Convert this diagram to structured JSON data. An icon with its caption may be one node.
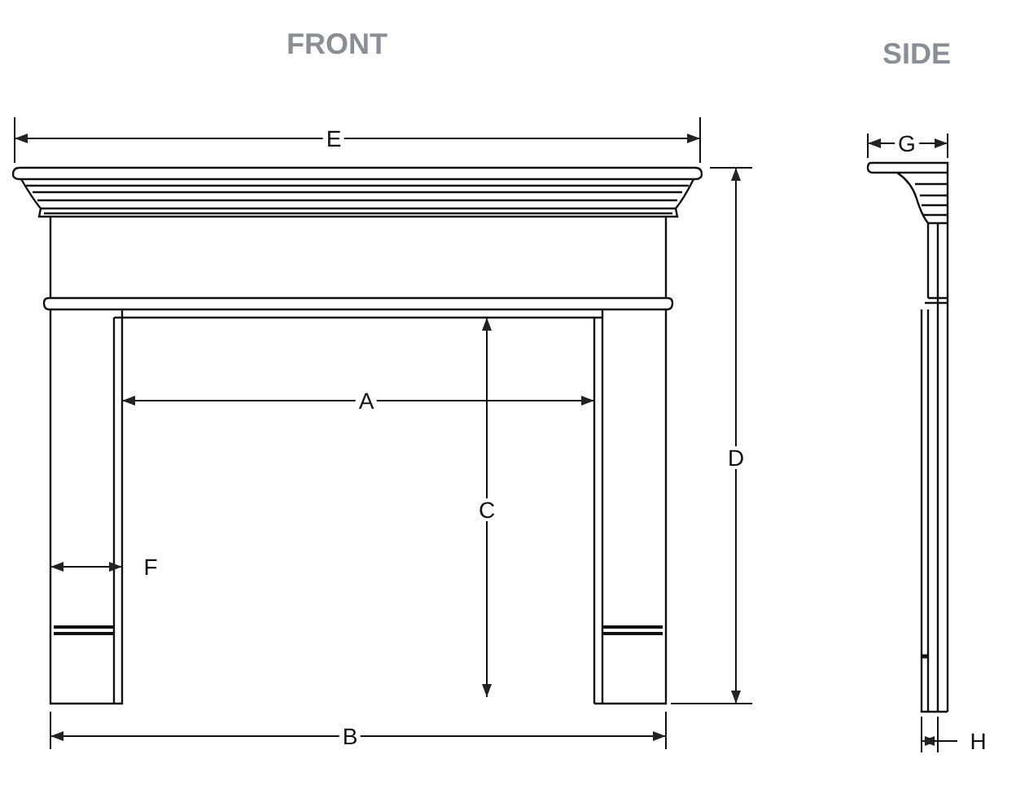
{
  "diagram": {
    "labels": [
      "FRONT",
      "SIDE",
      "E",
      "G",
      "D",
      "A",
      "C",
      "F",
      "B",
      "H"
    ]
  }
}
